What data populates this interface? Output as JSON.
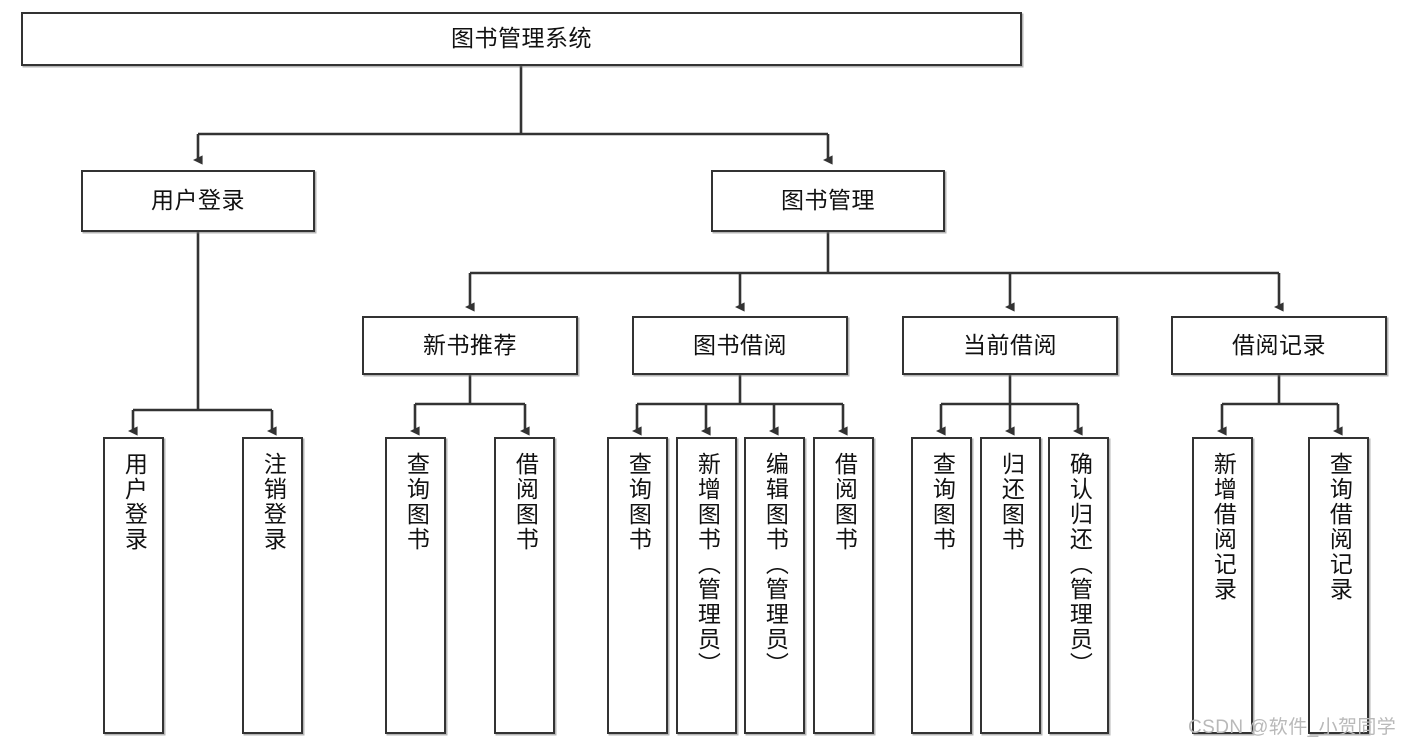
{
  "diagram": {
    "title": "图书管理系统",
    "type": "tree-hierarchy",
    "watermark": "CSDN @软件_小贺同学",
    "colors": {
      "box_border": "#333333",
      "box_fill": "#ffffff",
      "edge": "#333333",
      "text": "#111111",
      "watermark": "#b9b9b9"
    }
  },
  "nodes": {
    "root": {
      "label": "图书管理系统"
    },
    "level1": [
      {
        "id": "user-login",
        "label": "用户登录"
      },
      {
        "id": "book-manage",
        "label": "图书管理"
      }
    ],
    "level2": [
      {
        "id": "new-book-recommend",
        "label": "新书推荐"
      },
      {
        "id": "book-borrow",
        "label": "图书借阅"
      },
      {
        "id": "current-borrow",
        "label": "当前借阅"
      },
      {
        "id": "borrow-record",
        "label": "借阅记录"
      }
    ],
    "leaves": {
      "user-login": [
        {
          "id": "leaf-user-login",
          "label": "用户登录"
        },
        {
          "id": "leaf-logout-login",
          "label": "注销登录"
        }
      ],
      "new-book-recommend": [
        {
          "id": "leaf-query-book-1",
          "label": "查询图书"
        },
        {
          "id": "leaf-borrow-book-1",
          "label": "借阅图书"
        }
      ],
      "book-borrow": [
        {
          "id": "leaf-query-book-2",
          "label": "查询图书"
        },
        {
          "id": "leaf-add-book-admin",
          "label": "新增图书（管理员）"
        },
        {
          "id": "leaf-edit-book-admin",
          "label": "编辑图书（管理员）"
        },
        {
          "id": "leaf-borrow-book-2",
          "label": "借阅图书"
        }
      ],
      "current-borrow": [
        {
          "id": "leaf-query-book-3",
          "label": "查询图书"
        },
        {
          "id": "leaf-return-book",
          "label": "归还图书"
        },
        {
          "id": "leaf-confirm-return-admin",
          "label": "确认归还（管理员）"
        }
      ],
      "borrow-record": [
        {
          "id": "leaf-add-borrow-record",
          "label": "新增借阅记录"
        },
        {
          "id": "leaf-query-borrow-record",
          "label": "查询借阅记录"
        }
      ]
    }
  }
}
